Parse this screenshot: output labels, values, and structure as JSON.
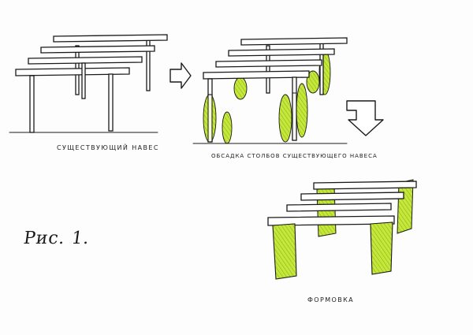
{
  "captions": {
    "existing": "существующий навес",
    "planting": "обсадка столбов существующего навеса",
    "shaping": "формовка"
  },
  "figure_label": "Рис. 1.",
  "colors": {
    "ink": "#1a1a1a",
    "foliage": "#c6e83a",
    "foliage_dark": "#7fa51c"
  },
  "icons": {
    "arrow_right": "hand-drawn-arrow-right-icon",
    "arrow_down_left": "hand-drawn-arrow-down-left-icon"
  }
}
